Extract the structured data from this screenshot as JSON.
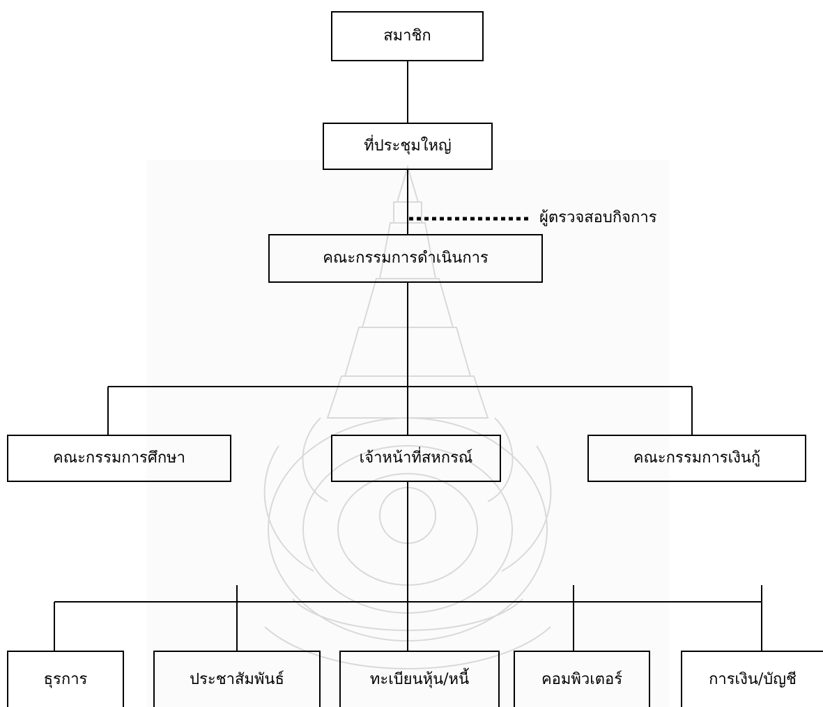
{
  "diagram": {
    "levels": {
      "members": "สมาชิก",
      "general_meeting": "ที่ประชุมใหญ่",
      "auditor": "ผู้ตรวจสอบกิจการ",
      "board": "คณะกรรมการดำเนินการ"
    },
    "committees": {
      "education": "คณะกรรมการศึกษา",
      "staff": "เจ้าหน้าที่สหกรณ์",
      "loan": "คณะกรรมการเงินกู้"
    },
    "departments": [
      "ธุรการ",
      "ประชาสัมพันธ์",
      "ทะเบียนหุ้น/หนี้",
      "คอมพิวเตอร์",
      "การเงิน/บัญชี"
    ]
  }
}
